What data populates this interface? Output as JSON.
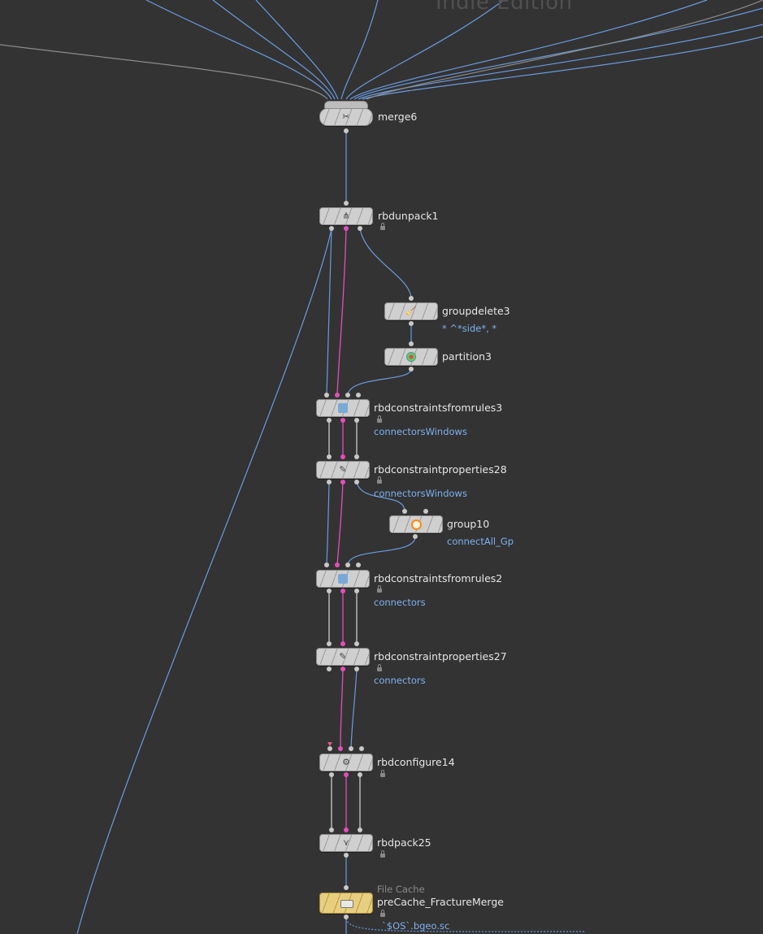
{
  "edition_label": "Indie Edition",
  "colors": {
    "background": "#333333",
    "wire_blue": "#6a9be0",
    "wire_pink": "#e24fb8",
    "wire_white": "#d8d8d8",
    "label_sub": "#7eb1ef"
  },
  "nodes": {
    "merge6": {
      "name": "merge6",
      "icon": "merge-icon"
    },
    "rbdunpack1": {
      "name": "rbdunpack1",
      "icon": "unpack-icon"
    },
    "groupdelete3": {
      "name": "groupdelete3",
      "sub": "* ^*side*, *",
      "icon": "broom-icon"
    },
    "partition3": {
      "name": "partition3",
      "icon": "partition-icon"
    },
    "rbdconstraintsfromrules3": {
      "name": "rbdconstraintsfromrules3",
      "sub": "connectorsWindows",
      "icon": "constraint-rules-icon"
    },
    "rbdconstraintproperties28": {
      "name": "rbdconstraintproperties28",
      "sub": "connectorsWindows",
      "icon": "constraint-props-icon"
    },
    "group10": {
      "name": "group10",
      "sub": "connectAll_Gp",
      "icon": "group-icon"
    },
    "rbdconstraintsfromrules2": {
      "name": "rbdconstraintsfromrules2",
      "sub": "connectors",
      "icon": "constraint-rules-icon"
    },
    "rbdconstraintproperties27": {
      "name": "rbdconstraintproperties27",
      "sub": "connectors",
      "icon": "constraint-props-icon"
    },
    "rbdconfigure14": {
      "name": "rbdconfigure14",
      "icon": "configure-icon"
    },
    "rbdpack25": {
      "name": "rbdpack25",
      "icon": "pack-icon"
    },
    "precache": {
      "type": "File Cache",
      "name": "preCache_FractureMerge",
      "sub": "`$OS`.bgeo.sc",
      "icon": "file-cache-icon"
    }
  }
}
